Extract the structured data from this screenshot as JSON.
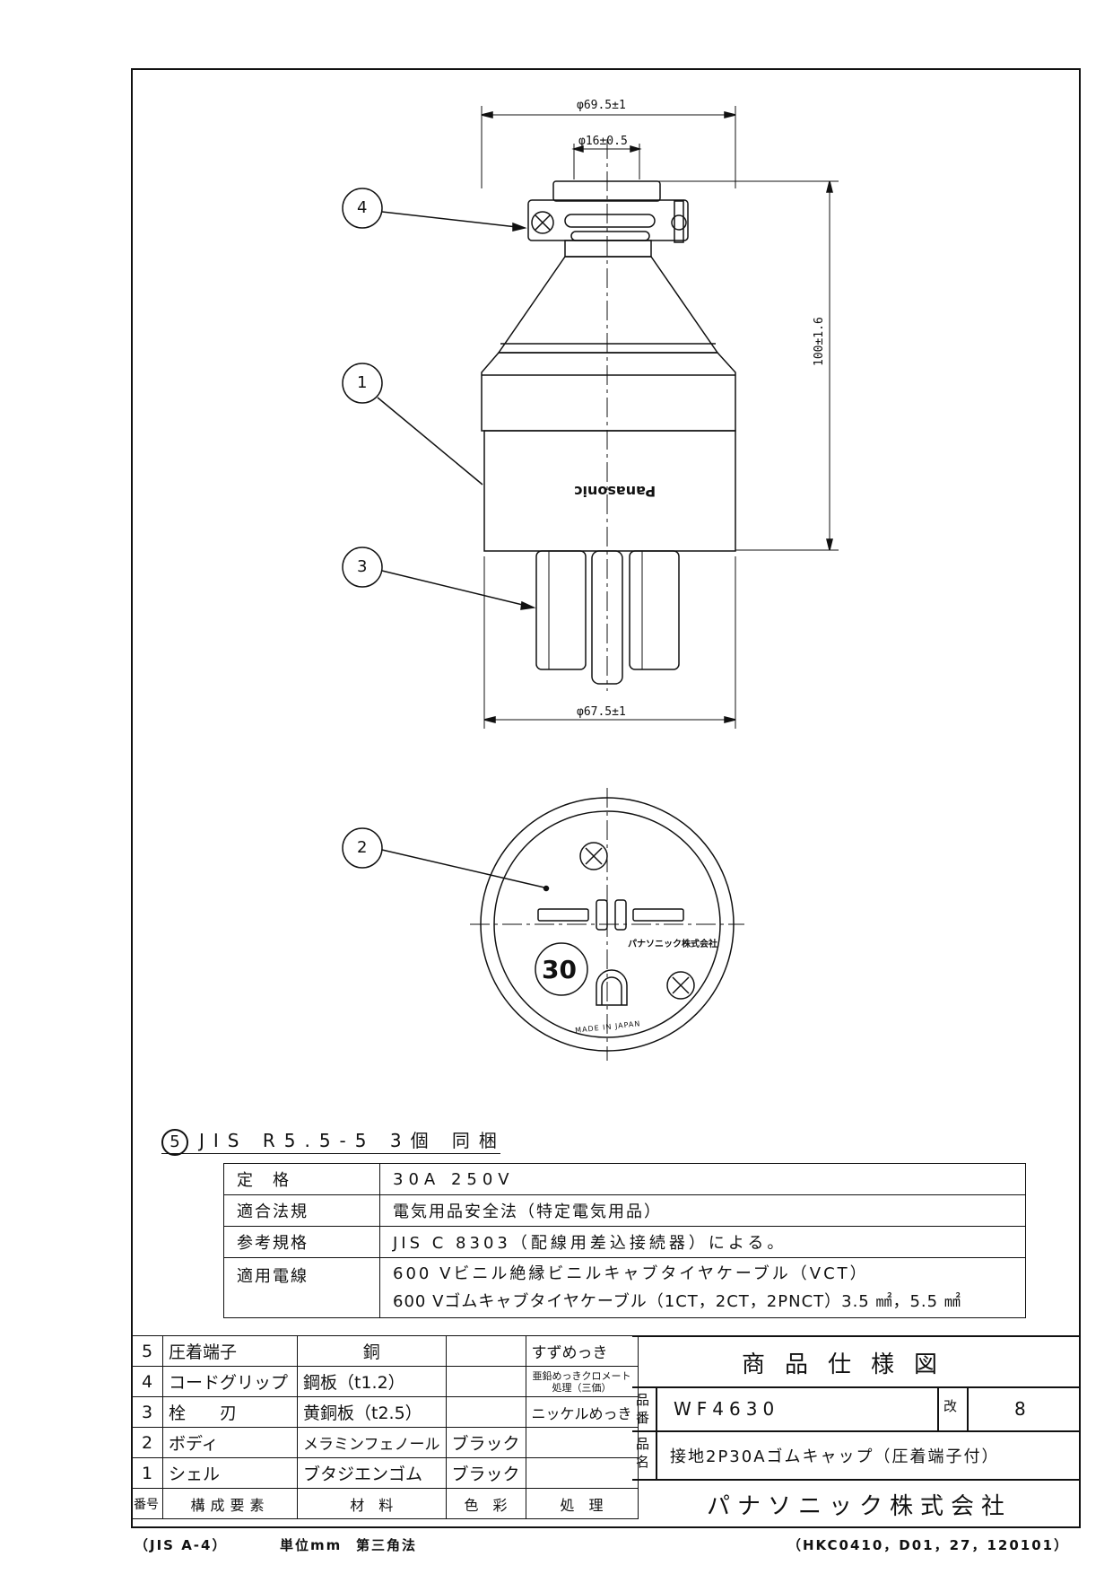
{
  "drawing": {
    "dims": {
      "outer_top": "φ69.5±1",
      "cord": "φ16±0.5",
      "height": "100±1.6",
      "outer_bottom": "φ67.5±1"
    },
    "callouts": [
      "4",
      "1",
      "3",
      "2"
    ],
    "brand": "Panasonic",
    "face": {
      "rating_mark": "30",
      "maker": "パナソニック株式会社",
      "origin": "MADE IN JAPAN"
    }
  },
  "accessory": {
    "num": "5",
    "text": "JIS R5.5-5 3個 同梱"
  },
  "spec": {
    "rows": [
      {
        "label": "定　格",
        "value": "30A 250V"
      },
      {
        "label": "適合法規",
        "value": "電気用品安全法（特定電気用品）"
      },
      {
        "label": "参考規格",
        "value": "JIS C 8303（配線用差込接続器）による。"
      },
      {
        "label": "適用電線",
        "value": "600 Vビニル絶縁ビニルキャブタイヤケーブル（VCT）",
        "value2": "600 Vゴムキャブタイヤケーブル（1CT，2CT，2PNCT）3.5 ㎟，5.5 ㎟"
      }
    ]
  },
  "bom": {
    "rows": [
      {
        "no": "5",
        "part": "圧着端子",
        "material": "銅",
        "color": "",
        "finish": "すずめっき"
      },
      {
        "no": "4",
        "part": "コードグリップ",
        "material": "鋼板（t1.2）",
        "color": "",
        "finish": "亜鉛めっきクロメート処理（三価）"
      },
      {
        "no": "3",
        "part": "栓　　刃",
        "material": "黄銅板（t2.5）",
        "color": "",
        "finish": "ニッケルめっき"
      },
      {
        "no": "2",
        "part": "ボディ",
        "material": "メラミンフェノール",
        "color": "ブラック",
        "finish": ""
      },
      {
        "no": "1",
        "part": "シェル",
        "material": "ブタジエンゴム",
        "color": "ブラック",
        "finish": ""
      }
    ],
    "header": {
      "no": "番号",
      "part": "構成要素",
      "material": "材　料",
      "color": "色　彩",
      "finish": "処　理"
    }
  },
  "title_block": {
    "doc_title": "商品仕様図",
    "model_label": "品番",
    "model": "WF4630",
    "rev_label": "改",
    "rev": "8",
    "name_label": "品名",
    "name": "接地2P30Aゴムキャップ（圧着端子付）",
    "company": "パナソニック株式会社"
  },
  "footer": {
    "paper": "（JIS A-4）",
    "unit": "単位mm",
    "projection": "第三角法",
    "code": "（HKC0410，D01，27，120101）"
  }
}
